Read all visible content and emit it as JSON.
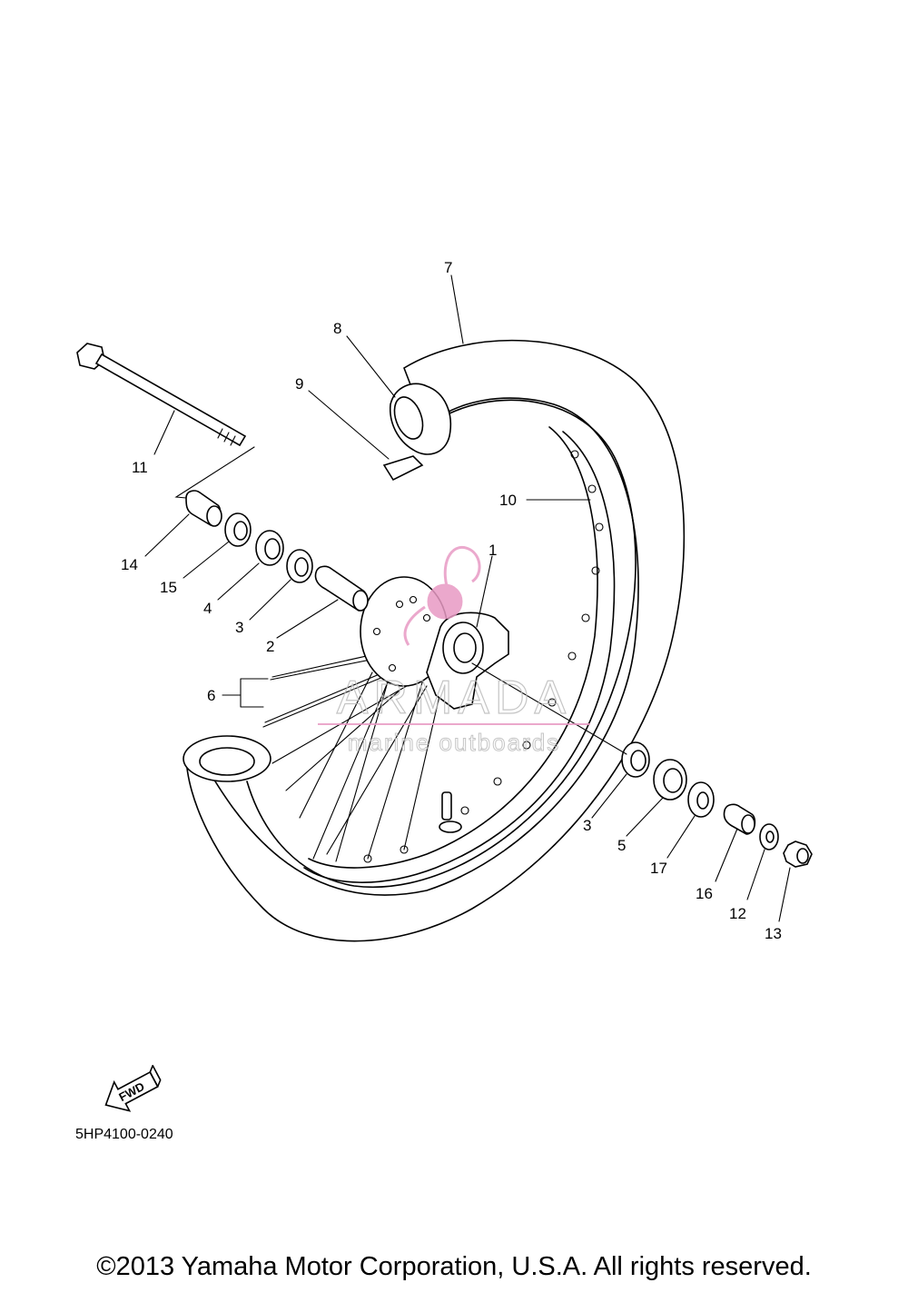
{
  "callouts": [
    {
      "id": "7",
      "label": "7"
    },
    {
      "id": "8",
      "label": "8"
    },
    {
      "id": "9",
      "label": "9"
    },
    {
      "id": "11",
      "label": "11"
    },
    {
      "id": "10",
      "label": "10"
    },
    {
      "id": "1",
      "label": "1"
    },
    {
      "id": "14",
      "label": "14"
    },
    {
      "id": "15",
      "label": "15"
    },
    {
      "id": "4",
      "label": "4"
    },
    {
      "id": "3a",
      "label": "3"
    },
    {
      "id": "2",
      "label": "2"
    },
    {
      "id": "6",
      "label": "6"
    },
    {
      "id": "3b",
      "label": "3"
    },
    {
      "id": "5",
      "label": "5"
    },
    {
      "id": "17",
      "label": "17"
    },
    {
      "id": "16",
      "label": "16"
    },
    {
      "id": "12",
      "label": "12"
    },
    {
      "id": "13",
      "label": "13"
    }
  ],
  "watermark": {
    "brand": "ARMADA",
    "tagline": "marine outboards",
    "color": "#e89ac4"
  },
  "fwd_label": "FWD",
  "drawing_number": "5HP4100-0240",
  "copyright": "©2013 Yamaha Motor Corporation, U.S.A. All rights reserved."
}
